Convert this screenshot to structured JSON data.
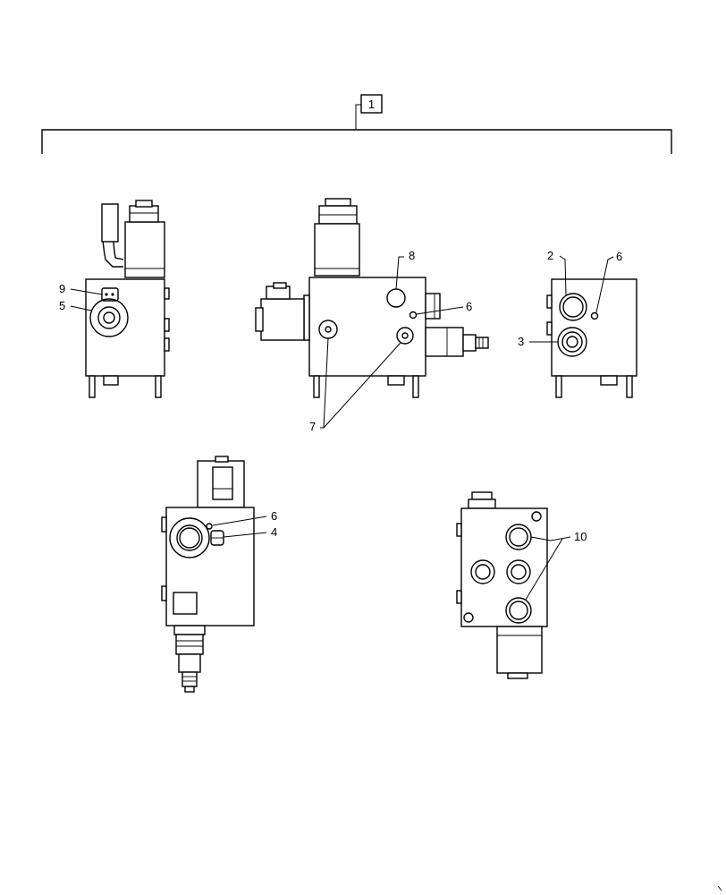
{
  "callouts": {
    "assembly": "1",
    "c2": "2",
    "c3": "3",
    "c4": "4",
    "c5": "5",
    "c6_a": "6",
    "c6_b": "6",
    "c6_c": "6",
    "c7": "7",
    "c8": "8",
    "c9": "9",
    "c10": "10"
  },
  "colors": {
    "line": "#000000",
    "background": "#ffffff"
  }
}
